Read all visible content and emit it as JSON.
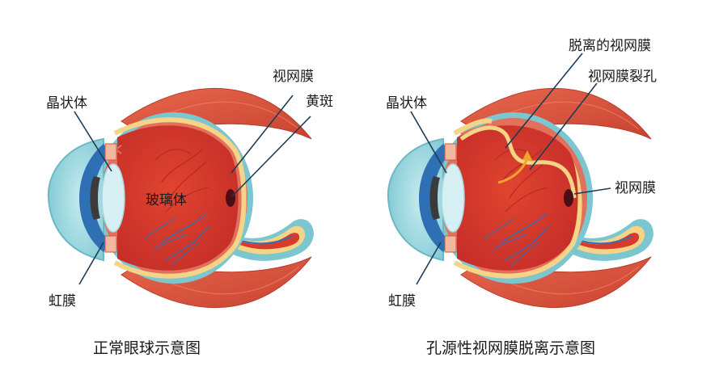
{
  "left_diagram": {
    "caption": "正常眼球示意图",
    "labels": {
      "lens": "晶状体",
      "retina": "视网膜",
      "macula": "黄斑",
      "vitreous": "玻璃体",
      "iris": "虹膜"
    }
  },
  "right_diagram": {
    "caption": "孔源性视网膜脱离示意图",
    "labels": {
      "lens": "晶状体",
      "detached_retina": "脱离的视网膜",
      "retinal_hole": "视网膜裂孔",
      "retina": "视网膜",
      "iris": "虹膜"
    }
  },
  "colors": {
    "muscle": "#d9543f",
    "sclera_outline": "#7cc6cf",
    "retina": "#f5d488",
    "vitreous": "#d93a2e",
    "cornea": "#9fd8e0",
    "iris": "#2f6fb3",
    "macula": "#4a0f14",
    "arrow": "#f2a32b"
  }
}
